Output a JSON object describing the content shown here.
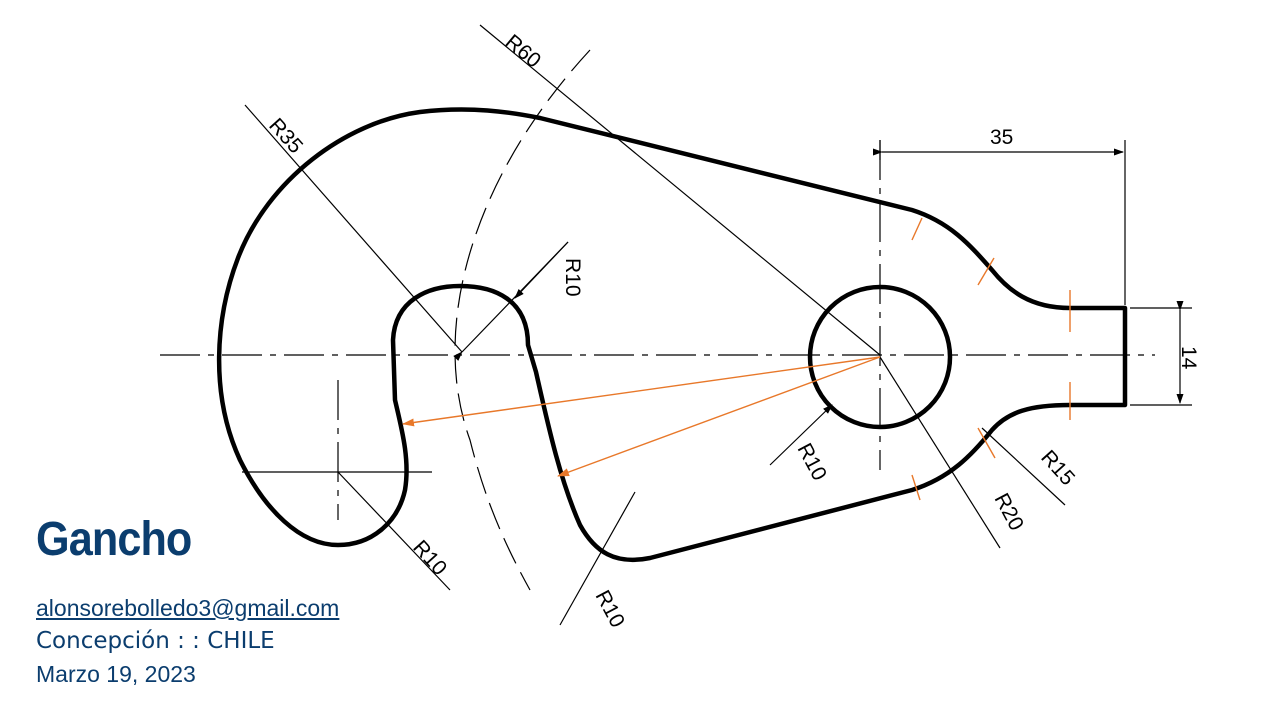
{
  "drawing": {
    "dimensions": {
      "r60": "R60",
      "r35": "R35",
      "r10_inner_top": "R10",
      "r10_bottom_left": "R10",
      "r10_bottom_mid": "R10",
      "r10_hole": "R10",
      "r20": "R20",
      "r15": "R15",
      "d35": "35",
      "d14": "14"
    },
    "colors": {
      "outline": "#000000",
      "construction": "#e8782a"
    }
  },
  "info": {
    "title": "Gancho",
    "email": "alonsorebolledo3@gmail.com",
    "location": "Concepción : : CHILE",
    "date": "Marzo 19, 2023"
  }
}
